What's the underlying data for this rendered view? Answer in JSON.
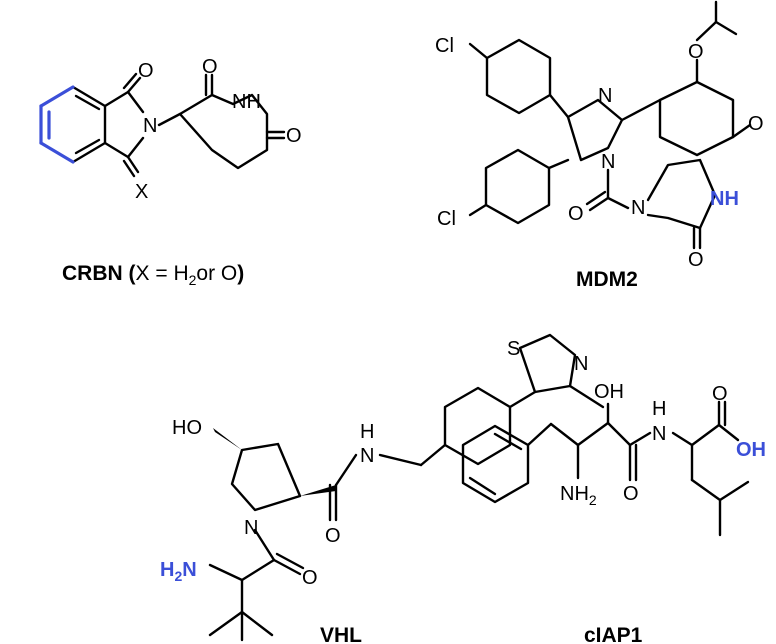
{
  "crbn": {
    "name": "CRBN",
    "detail_open": " (X = H",
    "detail_sub": "2",
    "detail_close": " or O)",
    "atoms": {
      "o_top": "O",
      "n_ring": "N",
      "nh": "NH",
      "o_glut_top": "O",
      "o_glut_right": "O",
      "x": "X"
    }
  },
  "mdm2": {
    "name": "MDM2",
    "atoms": {
      "cl_top": "Cl",
      "cl_bottom": "Cl",
      "n_imid": "N",
      "n_imid2": "N",
      "o_iso": "O",
      "o_meo": "O",
      "o_carbonyl": "O",
      "n_pip": "N",
      "nh_pip": "NH",
      "o_pip": "O"
    }
  },
  "vhl": {
    "name": "VHL",
    "atoms": {
      "s": "S",
      "n_thz": "N",
      "ho": "HO",
      "nh_amide": "H",
      "n_amide": "N",
      "n_pro": "N",
      "o_amide": "O",
      "h2n": "H",
      "h2n_sub": "2",
      "h2n_n": "N",
      "o_tle": "O"
    }
  },
  "ciap1": {
    "name": "cIAP1",
    "atoms": {
      "oh_top": "OH",
      "nh_h": "H",
      "nh_n": "N",
      "o_acid": "O",
      "oh_acid": "OH",
      "nh2": "NH",
      "nh2_sub": "2",
      "o_amide": "O"
    }
  },
  "colors": {
    "highlight": "#3b4fd8",
    "ink": "#000000"
  }
}
